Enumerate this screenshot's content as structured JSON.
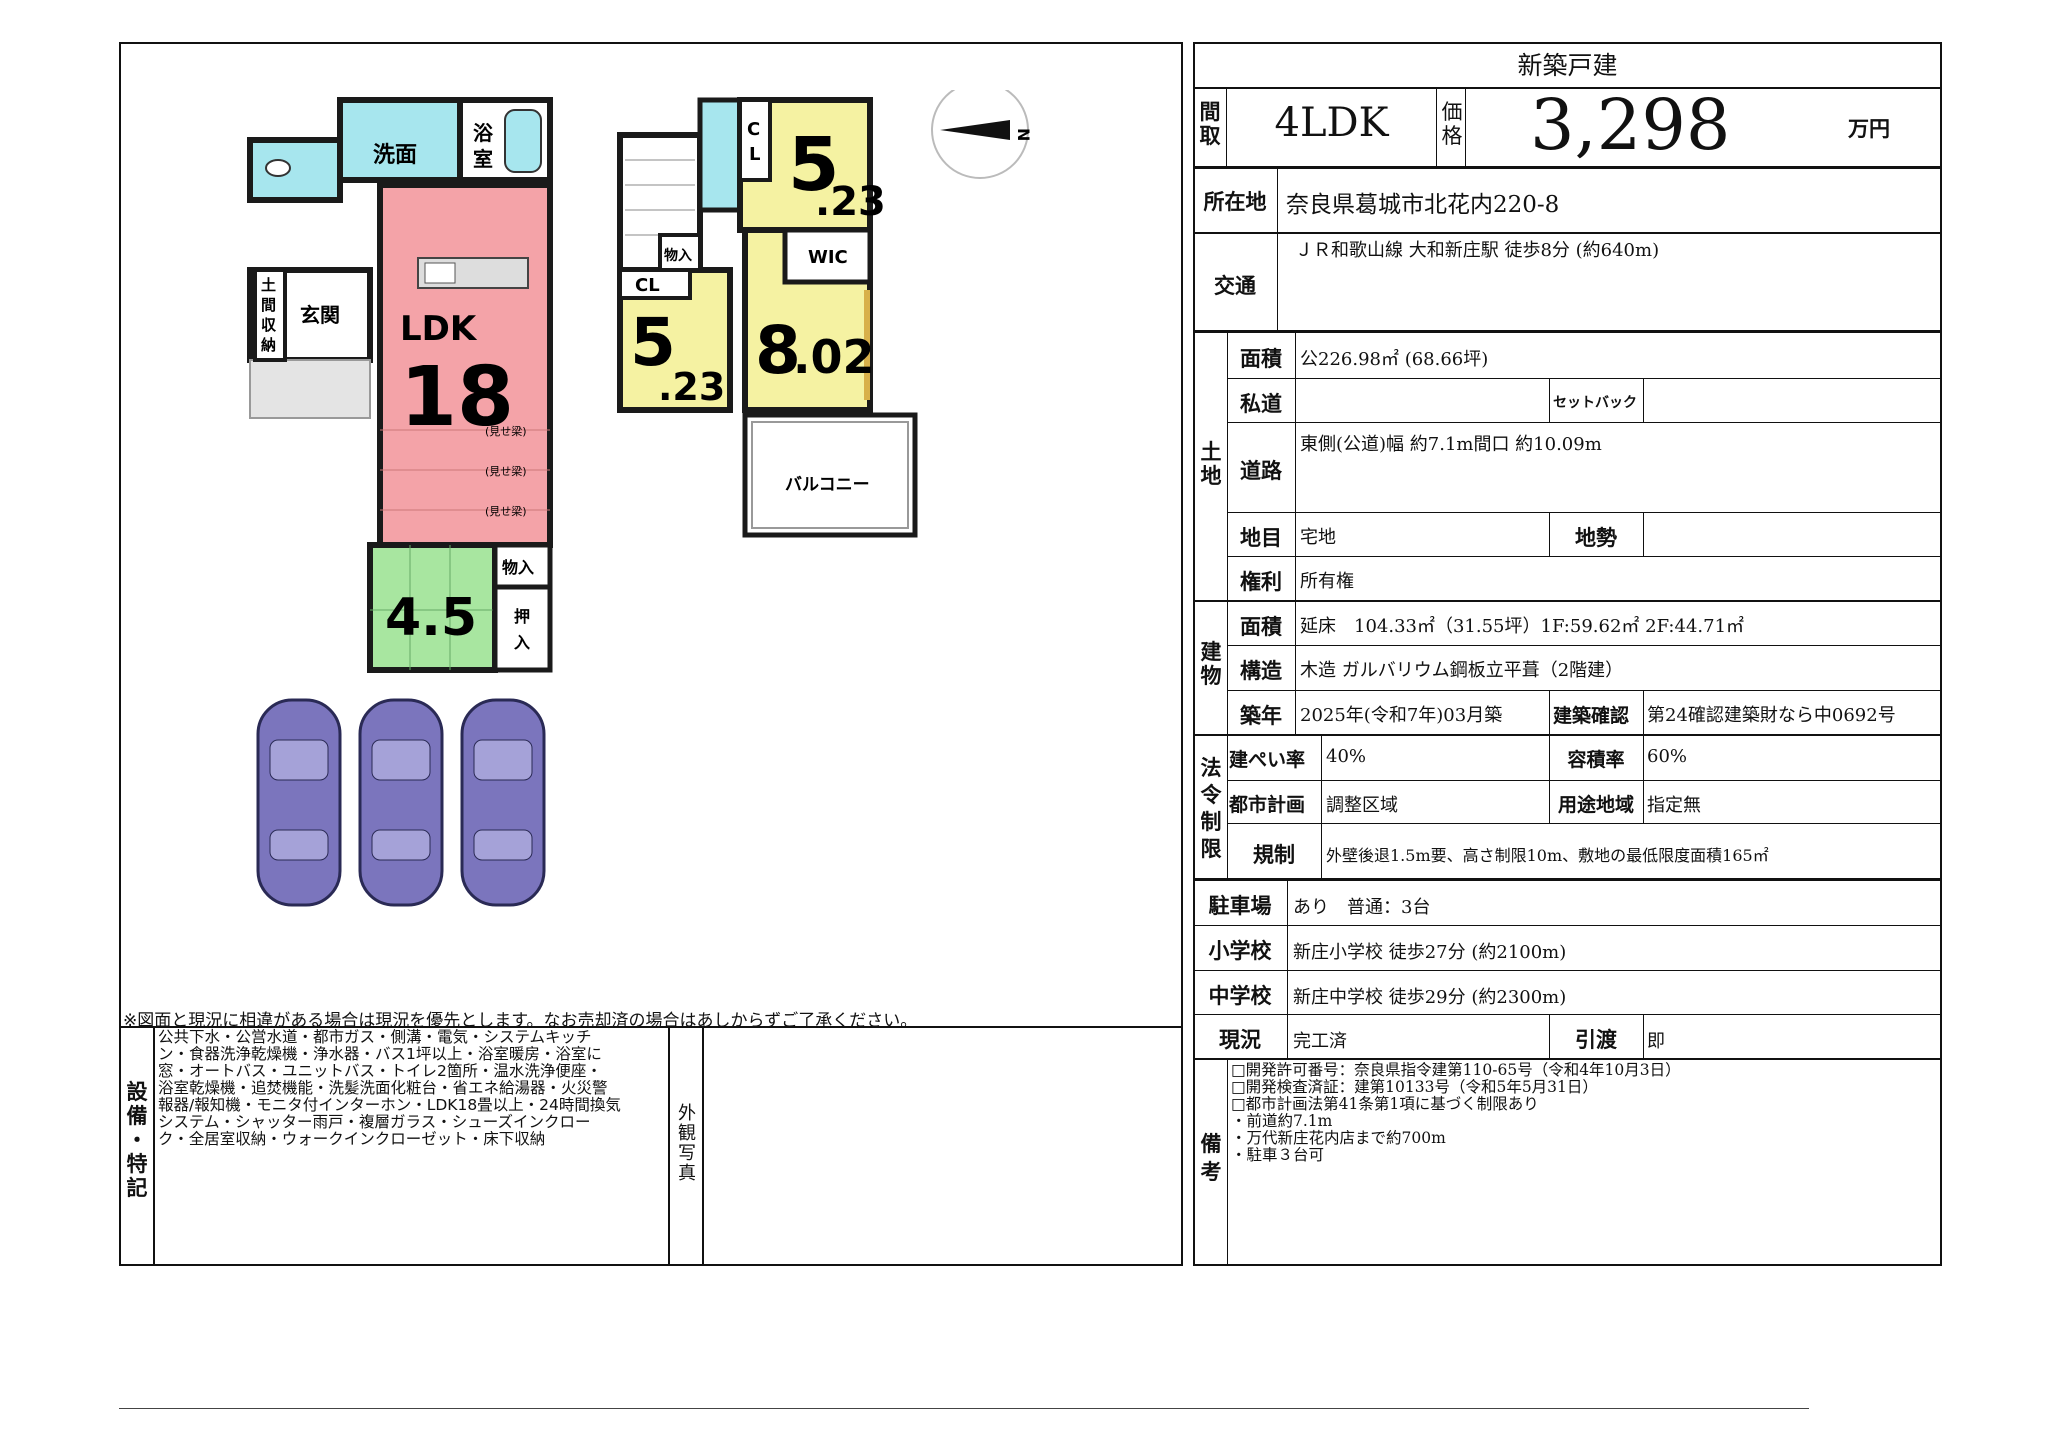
{
  "header": {
    "title": "新築戸建"
  },
  "summary": {
    "madori_label": "間取",
    "madori_value": "4LDK",
    "price_label": "価格",
    "price_value": "3,298",
    "price_unit": "万円"
  },
  "location": {
    "label": "所在地",
    "value": "奈良県葛城市北花内220-8"
  },
  "access": {
    "label": "交通",
    "value": "ＪＲ和歌山線 大和新庄駅 徒歩8分 (約640m)"
  },
  "land": {
    "group_label": "土地",
    "area_label": "面積",
    "area_value": "公226.98㎡ (68.66坪)",
    "private_road_label": "私道",
    "private_road_value": "",
    "setback_label": "セットバック",
    "setback_value": "",
    "road_label": "道路",
    "road_value": "東側(公道)幅 約7.1m間口 約10.09m",
    "chimoku_label": "地目",
    "chimoku_value": "宅地",
    "chisei_label": "地勢",
    "chisei_value": "",
    "rights_label": "権利",
    "rights_value": "所有権"
  },
  "building": {
    "group_label": "建物",
    "area_label": "面積",
    "area_value": "延床　104.33㎡（31.55坪）1F:59.62㎡ 2F:44.71㎡",
    "structure_label": "構造",
    "structure_value": "木造 ガルバリウム鋼板立平葺（2階建）",
    "built_label": "築年",
    "built_value": "2025年(令和7年)03月築",
    "confirm_label": "建築確認",
    "confirm_value": "第24確認建築財なら中0692号"
  },
  "law": {
    "group_label": "法令制限",
    "kenpei_label": "建ぺい率",
    "kenpei_value": "40%",
    "youseki_label": "容積率",
    "youseki_value": "60%",
    "toshi_label": "都市計画",
    "toshi_value": "調整区域",
    "youto_label": "用途地域",
    "youto_value": "指定無",
    "kisei_label": "規制",
    "kisei_value": "外壁後退1.5m要、高さ制限10m、敷地の最低限度面積165㎡"
  },
  "parking": {
    "label": "駐車場",
    "value": "あり　普通：3台"
  },
  "elementary": {
    "label": "小学校",
    "value": "新庄小学校 徒歩27分 (約2100m)"
  },
  "junior": {
    "label": "中学校",
    "value": "新庄中学校 徒歩29分 (約2300m)"
  },
  "status": {
    "label": "現況",
    "value": "完工済",
    "hikiwatashi_label": "引渡",
    "hikiwatashi_value": "即"
  },
  "remarks": {
    "label": "備考",
    "lines": [
      "□開発許可番号：奈良県指令建第110-65号（令和4年10月3日）",
      "□開発検査済証：建第10133号（令和5年5月31日）",
      "□都市計画法第41条第1項に基づく制限あり",
      "・前道約7.1m",
      "・万代新庄花内店まで約700m",
      "・駐車３台可"
    ]
  },
  "notice": "※図面と現況に相違がある場合は現況を優先とします。なお売却済の場合はあしからずご了承ください。",
  "equipment": {
    "label": "設備・特記",
    "lines": [
      "公共下水・公営水道・都市ガス・側溝・電気・システムキッチ",
      "ン・食器洗浄乾燥機・浄水器・バス1坪以上・浴室暖房・浴室に",
      "窓・オートバス・ユニットバス・トイレ2箇所・温水洗浄便座・",
      "浴室乾燥機・追焚機能・洗髪洗面化粧台・省エネ給湯器・火災警",
      "報器/報知機・モニタ付インターホン・LDK18畳以上・24時間換気",
      "システム・シャッター雨戸・複層ガラス・シューズインクロー",
      "ク・全居室収納・ウォークインクローゼット・床下収納"
    ]
  },
  "exterior_label": "外観写真",
  "floorplan": {
    "north": "N",
    "room_senmen": "洗面",
    "room_yokushitsu": "浴室",
    "room_genkan": "玄関",
    "room_doma": "土間収納",
    "room_ldk": "LDK",
    "room_ldk_size": "18",
    "misebari": "(見せ梁)",
    "room_washitsu_size": "4.5",
    "room_monoire": "物入",
    "room_oshiire": "押入",
    "room_cl": "CL",
    "room_cl_vertical": "CL",
    "room_wic": "WIC",
    "room_523_a_major": "5",
    "room_523_a_minor": ".23",
    "room_523_b_major": "5",
    "room_523_b_minor": ".23",
    "room_802_major": "8",
    "room_802_minor": ".02",
    "room_monoire2": "物入",
    "balcony": "バルコニー"
  },
  "colors": {
    "ldk": "#f4a3a8",
    "washitsu": "#a8e6a0",
    "wet": "#a7e6ee",
    "bedroom": "#f5f2a2",
    "car": "#7b75bd",
    "wall": "#1a1a1a"
  }
}
